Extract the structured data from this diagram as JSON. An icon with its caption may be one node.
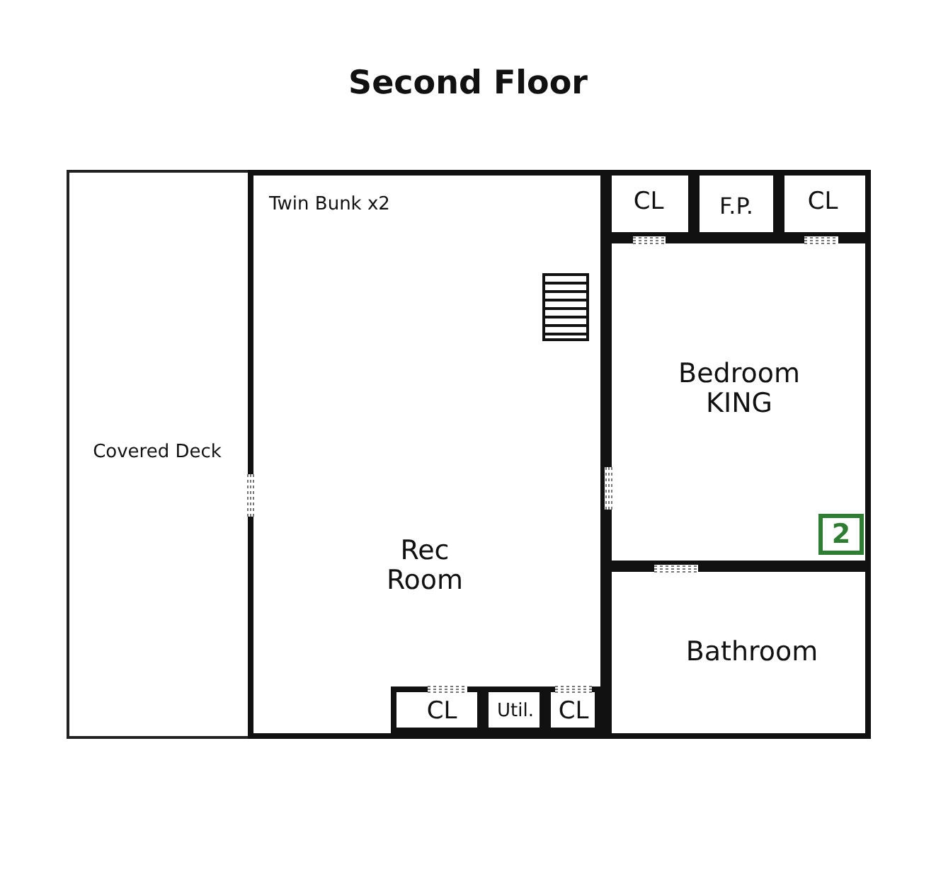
{
  "diagram": {
    "title": "Second Floor",
    "nodes": [
      {
        "text": [
          "Covered Deck"
        ]
      },
      {
        "text": [
          "Twin Bunk x2",
          "Rec Room"
        ]
      },
      {
        "text": [
          "CL"
        ]
      },
      {
        "text": [
          "F.P."
        ]
      },
      {
        "text": [
          "CL"
        ]
      },
      {
        "text": [
          "Bedroom KING"
        ]
      },
      {
        "text": [
          "2"
        ],
        "in": 5
      },
      {
        "text": [
          "Bathroom"
        ]
      },
      {
        "text": [
          "CL"
        ],
        "in": 1
      },
      {
        "text": [
          "Util."
        ],
        "in": 1
      },
      {
        "text": [
          "CL"
        ],
        "in": 1
      }
    ]
  }
}
